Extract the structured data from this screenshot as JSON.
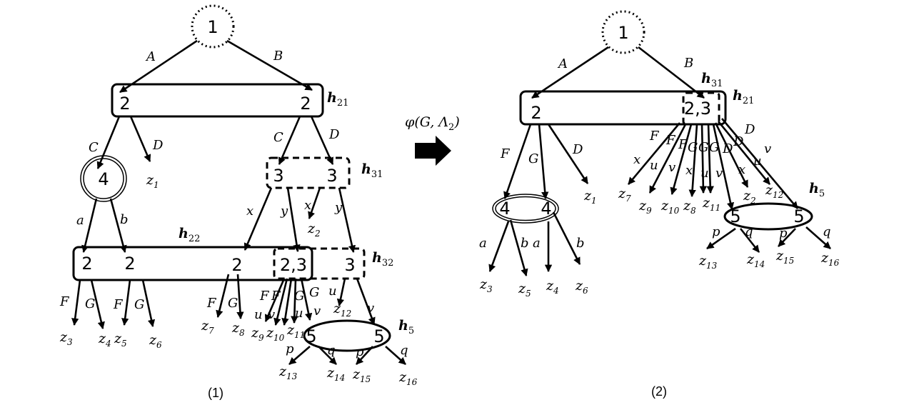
{
  "root_label": "1",
  "node_labels": {
    "two": "2",
    "three": "3",
    "four": "4",
    "five": "5",
    "two_three": "2,3"
  },
  "edge_labels": {
    "A": "A",
    "B": "B",
    "C": "C",
    "D": "D",
    "a": "a",
    "b": "b",
    "x": "x",
    "y": "y",
    "F": "F",
    "G": "G",
    "u": "u",
    "v": "v",
    "p": "p",
    "q": "q"
  },
  "leaf_base": "z",
  "leaf_indices": [
    "1",
    "2",
    "3",
    "4",
    "5",
    "6",
    "7",
    "8",
    "9",
    "10",
    "11",
    "12",
    "13",
    "14",
    "15",
    "16"
  ],
  "groups": {
    "h_base": "h",
    "h21": "21",
    "h22": "22",
    "h31": "31",
    "h32": "32",
    "h5": "5"
  },
  "operation": {
    "symbol": "φ",
    "args": "(G, Λ",
    "subscript": "2",
    "close": ")"
  },
  "captions": [
    "(1)",
    "(2)"
  ],
  "colors": {
    "ink": "#000000",
    "background": "#ffffff"
  }
}
